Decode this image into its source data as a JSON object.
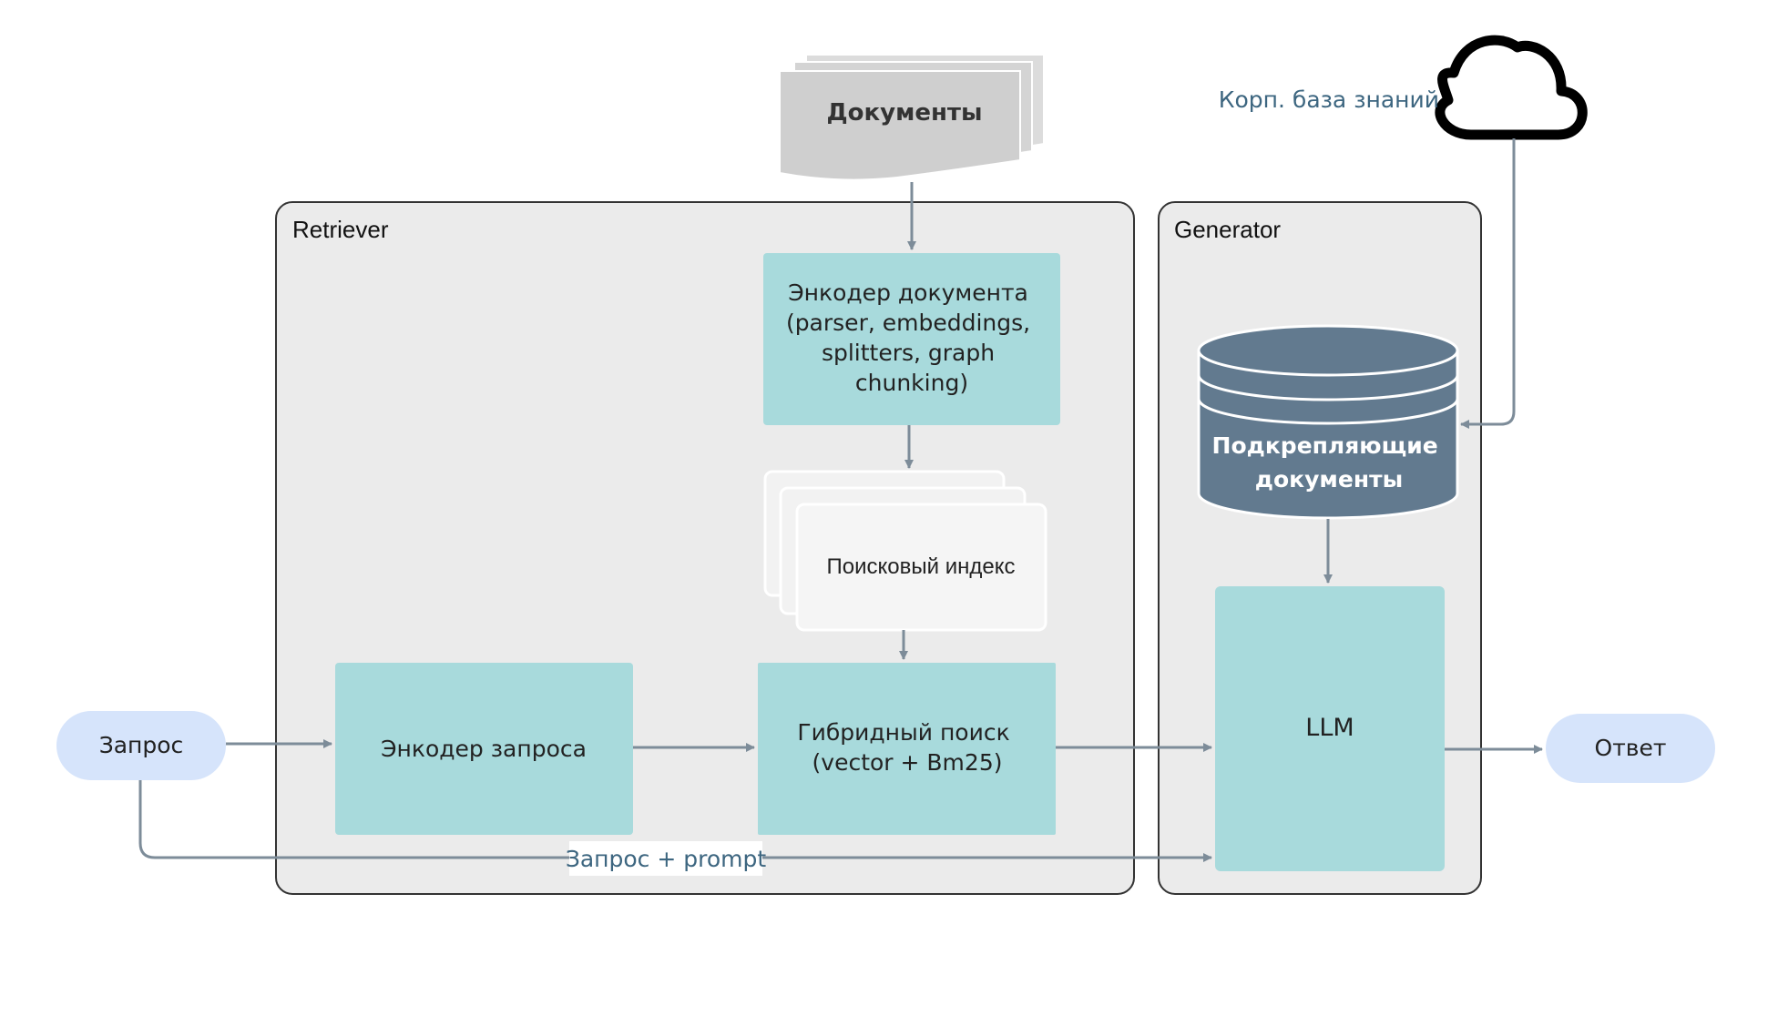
{
  "containers": {
    "retriever": "Retriever",
    "generator": "Generator"
  },
  "nodes": {
    "documents": "Документы",
    "doc_encoder": [
      "Энкодер документа",
      "(parser, embeddings,",
      "splitters, graph",
      "chunking)"
    ],
    "search_index": "Поисковый индекс",
    "query": "Запрос",
    "query_encoder": "Энкодер запроса",
    "hybrid_search": [
      "Гибридный поиск",
      "(vector + Bm25)"
    ],
    "supporting_docs": [
      "Подкрепляющие",
      "документы"
    ],
    "llm": "LLM",
    "answer": "Ответ"
  },
  "labels": {
    "knowledge_base": "Корп. база знаний",
    "query_prompt": "Запрос + prompt"
  },
  "colors": {
    "teal_box": "#a8dadc",
    "db_fill": "#627a8f",
    "pill": "#d6e4fb",
    "container": "#ebebeb",
    "arrow": "#7d8c99",
    "label_blue": "#3d6680"
  },
  "icons": {
    "cloud": "cloud-icon",
    "database": "database-icon",
    "documents": "documents-stack-icon"
  }
}
